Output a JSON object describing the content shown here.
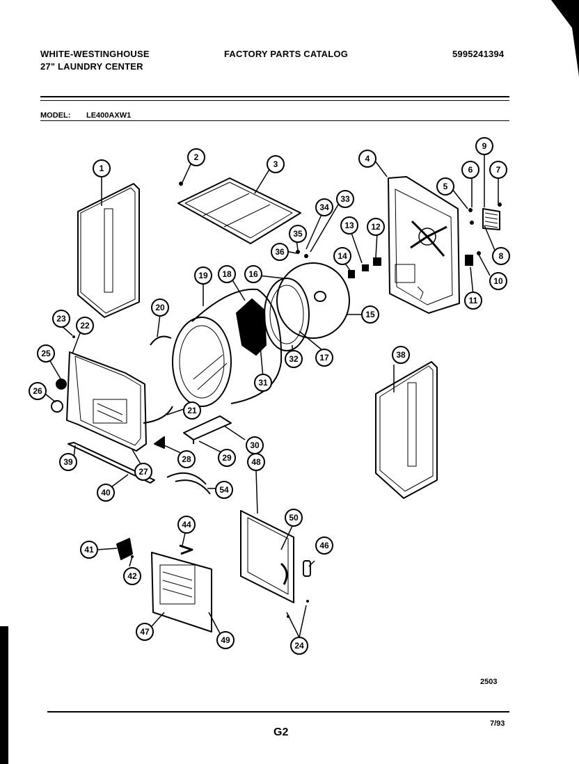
{
  "header": {
    "brand_line1": "WHITE-WESTINGHOUSE",
    "brand_line2": "27\" LAUNDRY CENTER",
    "catalog_title": "FACTORY PARTS CATALOG",
    "catalog_number": "5995241394"
  },
  "model": {
    "label": "MODEL:",
    "value": "LE400AXW1"
  },
  "parts": [
    {
      "num": "1"
    },
    {
      "num": "2"
    },
    {
      "num": "3"
    },
    {
      "num": "4"
    },
    {
      "num": "5"
    },
    {
      "num": "6"
    },
    {
      "num": "7"
    },
    {
      "num": "8"
    },
    {
      "num": "9"
    },
    {
      "num": "10"
    },
    {
      "num": "11"
    },
    {
      "num": "12"
    },
    {
      "num": "13"
    },
    {
      "num": "14"
    },
    {
      "num": "15"
    },
    {
      "num": "16"
    },
    {
      "num": "17"
    },
    {
      "num": "18"
    },
    {
      "num": "19"
    },
    {
      "num": "20"
    },
    {
      "num": "21"
    },
    {
      "num": "22"
    },
    {
      "num": "23"
    },
    {
      "num": "24"
    },
    {
      "num": "25"
    },
    {
      "num": "26"
    },
    {
      "num": "27"
    },
    {
      "num": "28"
    },
    {
      "num": "29"
    },
    {
      "num": "30"
    },
    {
      "num": "31"
    },
    {
      "num": "32"
    },
    {
      "num": "33"
    },
    {
      "num": "34"
    },
    {
      "num": "35"
    },
    {
      "num": "36"
    },
    {
      "num": "38"
    },
    {
      "num": "39"
    },
    {
      "num": "40"
    },
    {
      "num": "41"
    },
    {
      "num": "42"
    },
    {
      "num": "44"
    },
    {
      "num": "46"
    },
    {
      "num": "47"
    },
    {
      "num": "48"
    },
    {
      "num": "49"
    },
    {
      "num": "50"
    },
    {
      "num": "54"
    }
  ],
  "footer": {
    "figure_number": "2503",
    "page": "G2",
    "date": "7/93"
  }
}
